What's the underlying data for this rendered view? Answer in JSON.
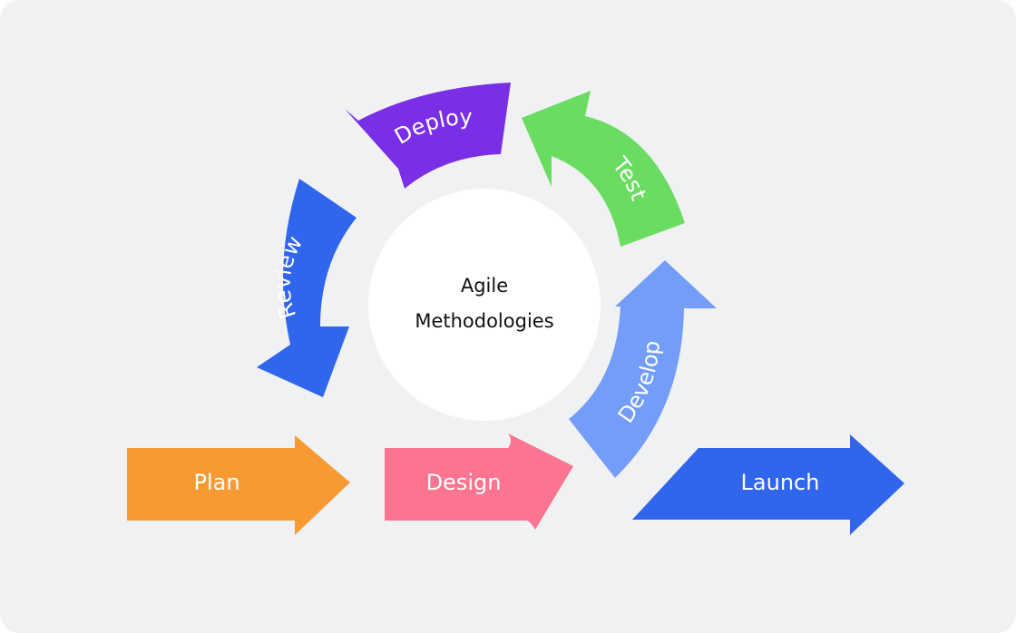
{
  "diagram": {
    "center_title": [
      "Agile",
      "Methodologies"
    ],
    "steps": {
      "plan": "Plan",
      "design": "Design",
      "develop": "Develop",
      "test": "Test",
      "deploy": "Deploy",
      "review": "Review",
      "launch": "Launch"
    },
    "colors": {
      "background": "#F0F1F3",
      "plan": "#F89A33",
      "design": "#FB7490",
      "develop": "#739DF8",
      "test": "#6BDC62",
      "deploy": "#7A2FE6",
      "review": "#2F66EC",
      "launch": "#2F66EC",
      "center": "#FFFFFF"
    }
  }
}
